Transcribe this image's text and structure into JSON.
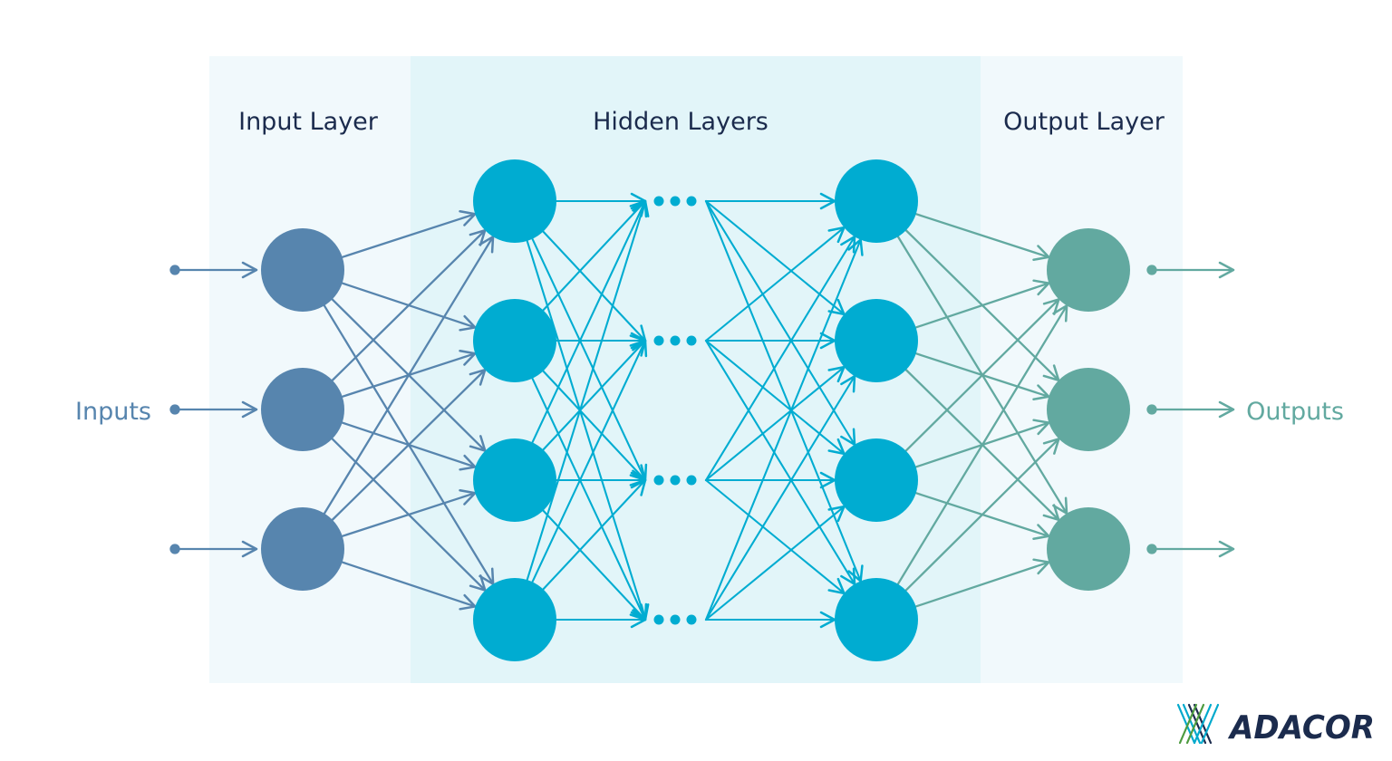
{
  "headers": {
    "input_layer": "Input Layer",
    "hidden_layers": "Hidden Layers",
    "output_layer": "Output Layer"
  },
  "side_labels": {
    "inputs": "Inputs",
    "outputs": "Outputs"
  },
  "brand": {
    "name": "ADACOR",
    "name_color": "#1b2b4d",
    "mark_colors": [
      "#00a9cc",
      "#4d9b3f",
      "#1b2b4d"
    ]
  },
  "network": {
    "input_nodes": 3,
    "hidden_nodes_per_layer": 4,
    "output_nodes": 3,
    "ellipsis": "•••"
  },
  "colors": {
    "input": "#5785ae",
    "hidden": "#00acd1",
    "output": "#62a9a0",
    "input_panel": "#f1f9fc",
    "hidden_panel": "#e2f5f9",
    "output_panel": "#f1f9fc",
    "header_text": "#1b2b4d"
  }
}
